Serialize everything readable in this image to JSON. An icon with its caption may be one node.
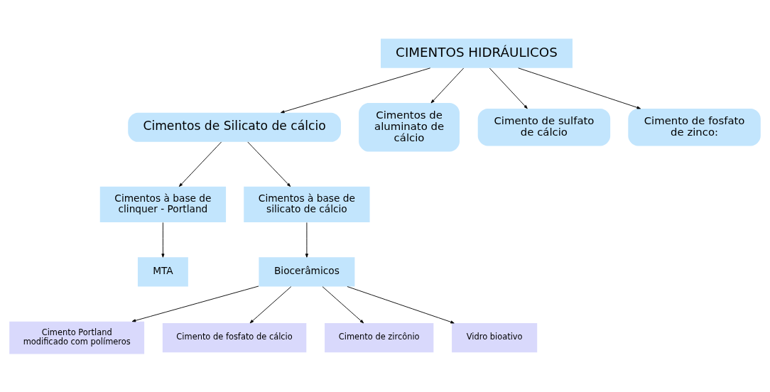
{
  "diagram": {
    "nodes": [
      {
        "text": [
          "CIMENTOS HIDRÁULICOS"
        ]
      },
      {
        "text": [
          "Cimentos de Silicato de cálcio"
        ]
      },
      {
        "text": [
          "Cimentos de aluminato de cálcio"
        ]
      },
      {
        "text": [
          "Cimento de sulfato de cálcio"
        ]
      },
      {
        "text": [
          "Cimento de fosfato de zinco:"
        ]
      },
      {
        "text": [
          "Cimentos à base de clinquer - Portland"
        ]
      },
      {
        "text": [
          "Cimentos à base de silicato de cálcio"
        ]
      },
      {
        "text": [
          "MTA"
        ]
      },
      {
        "text": [
          "Biocerâmicos"
        ]
      },
      {
        "text": [
          "Cimento Portland modificado com polímeros"
        ]
      },
      {
        "text": [
          "Cimento de fosfato de cálcio"
        ]
      },
      {
        "text": [
          "Cimento de zircônio"
        ]
      },
      {
        "text": [
          "Vidro bioativo"
        ]
      }
    ],
    "edges": [
      {
        "from": 0,
        "to": 1,
        "arrow": "to"
      },
      {
        "from": 0,
        "to": 2,
        "arrow": "to"
      },
      {
        "from": 0,
        "to": 3,
        "arrow": "to"
      },
      {
        "from": 0,
        "to": 4,
        "arrow": "to"
      },
      {
        "from": 1,
        "to": 5,
        "arrow": "to"
      },
      {
        "from": 1,
        "to": 6,
        "arrow": "to"
      },
      {
        "from": 5,
        "to": 7,
        "arrow": "to"
      },
      {
        "from": 6,
        "to": 8,
        "arrow": "to"
      },
      {
        "from": 8,
        "to": 9,
        "arrow": "to"
      },
      {
        "from": 8,
        "to": 10,
        "arrow": "to"
      },
      {
        "from": 8,
        "to": 11,
        "arrow": "to"
      },
      {
        "from": 8,
        "to": 12,
        "arrow": "to"
      }
    ]
  }
}
